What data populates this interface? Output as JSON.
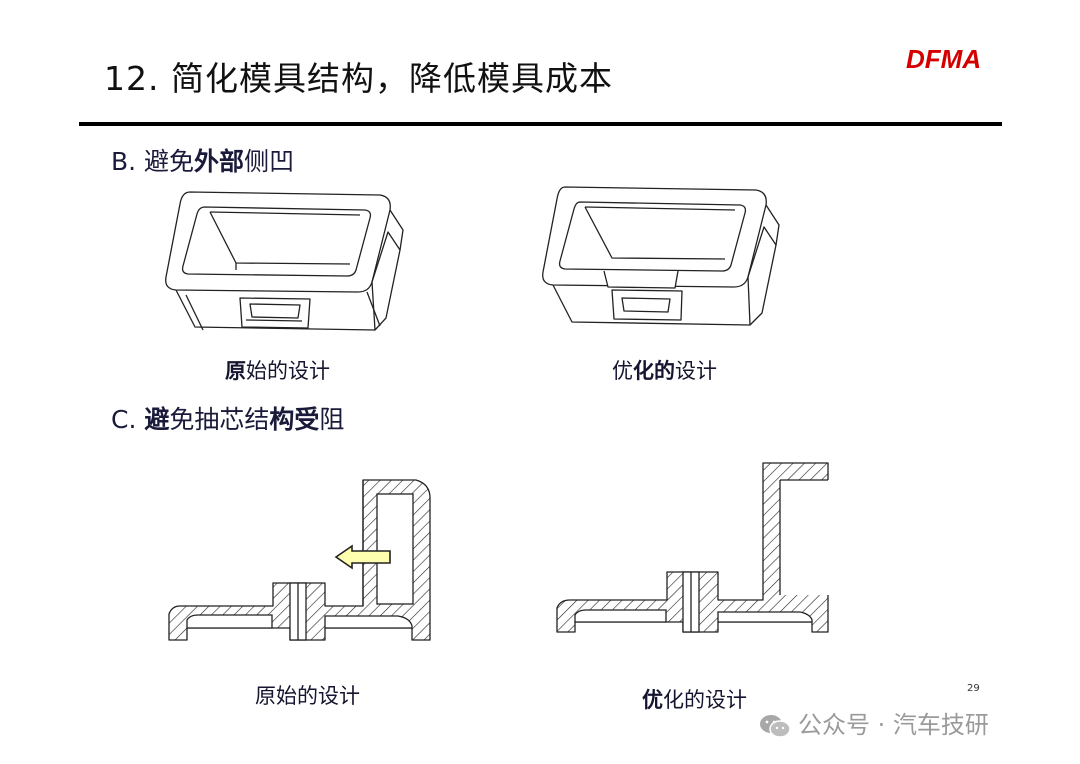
{
  "slide": {
    "title": "12. 简化模具结构，降低模具成本",
    "brand": "DFMA",
    "page_number": "29"
  },
  "section_b": {
    "heading": {
      "prefix": "B. 避免",
      "bold": "外部",
      "suffix": "侧凹"
    },
    "left_caption": {
      "bold": "原",
      "normal": "始的设计"
    },
    "right_caption": {
      "normal": "优",
      "bold": "化的",
      "suffix": "设计"
    }
  },
  "section_c": {
    "heading": {
      "prefix": "C. ",
      "bold1": "避",
      "mid": "免抽芯结",
      "bold2": "构受",
      "suffix": "阻"
    },
    "left_caption": "原始的设计",
    "right_caption": {
      "bold": "优",
      "normal": "化的设计"
    }
  },
  "watermark": {
    "icon": "wechat-icon",
    "text": "公众号 · 汽车技研"
  }
}
